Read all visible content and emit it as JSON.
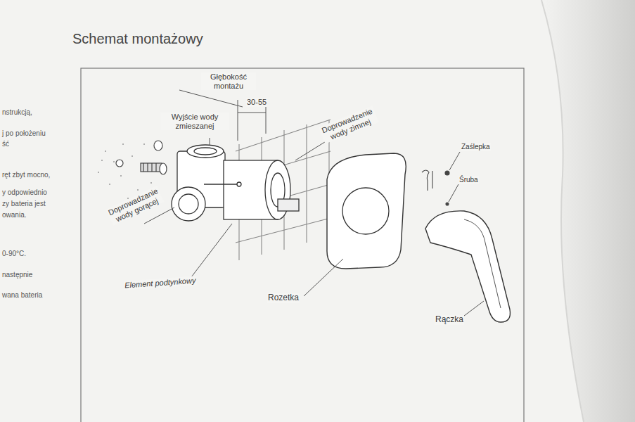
{
  "diagram": {
    "title": "Schemat montażowy",
    "labels": [
      "Głębokość montażu",
      "30-55",
      "Wyjście wody zmieszanej",
      "Doprowadzenie wody zimnej",
      "Doprowadzanie wody gorącej",
      "Element podtynkowy",
      "Rozetka",
      "Zaślepka",
      "Śruba",
      "Rączka",
      "nstrukcją,",
      "j po położeniu",
      "ść",
      "ręt zbyt mocno,",
      "y odpowiednio",
      "zy bateria jest",
      "owania.",
      "0-90°C.",
      "następnie",
      "wana bateria"
    ]
  }
}
